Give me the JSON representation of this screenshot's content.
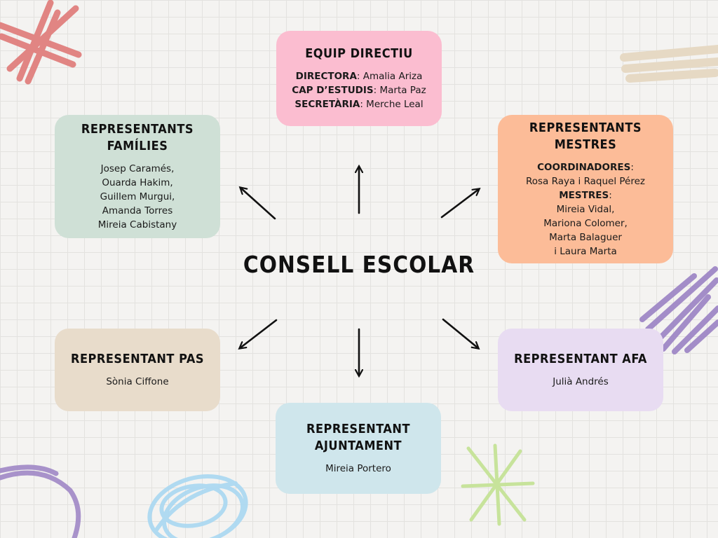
{
  "center": {
    "title": "CONSELL ESCOLAR"
  },
  "equip_directiu": {
    "title": "EQUIP DIRECTIU",
    "roles": [
      {
        "label": "DIRECTORA",
        "name": ": Amalia Ariza"
      },
      {
        "label": "CAP D’ESTUDIS",
        "name": ": Marta Paz"
      },
      {
        "label": "SECRETÀRIA",
        "name": ": Merche Leal"
      }
    ]
  },
  "families": {
    "title": "REPRESENTANTS FAMÍLIES",
    "members": [
      "Josep Caramés,",
      "Ouarda Hakim,",
      "Guillem Murgui,",
      "Amanda Torres",
      "Mireia Cabistany"
    ]
  },
  "mestres": {
    "title": "REPRESENTANTS MESTRES",
    "coord_label": "COORDINADORES",
    "coord_suffix": ":",
    "coord_names": "Rosa Raya i Raquel Pérez",
    "mestres_label": "MESTRES",
    "mestres_suffix": ":",
    "mestres_names": [
      "Mireia Vidal,",
      "Mariona Colomer,",
      "Marta Balaguer",
      "i Laura Marta"
    ]
  },
  "pas": {
    "title": "REPRESENTANT PAS",
    "name": "Sònia Ciffone"
  },
  "afa": {
    "title": "REPRESENTANT AFA",
    "name": "Julià Andrés"
  },
  "ajuntament": {
    "title": "REPRESENTANT AJUNTAMENT",
    "name": "Mireia Portero"
  },
  "colors": {
    "equip_directiu": "#fbbdd0",
    "families": "#cfe0d6",
    "mestres": "#fcbc98",
    "pas": "#e8dccb",
    "afa": "#e8dcf2",
    "ajuntament": "#cfe6ec",
    "scribble_red": "#e07a78",
    "scribble_tan": "#e6d9c4",
    "scribble_purple": "#9b82c4",
    "scribble_blue": "#a9d8f2",
    "scribble_green": "#c7e39b"
  }
}
